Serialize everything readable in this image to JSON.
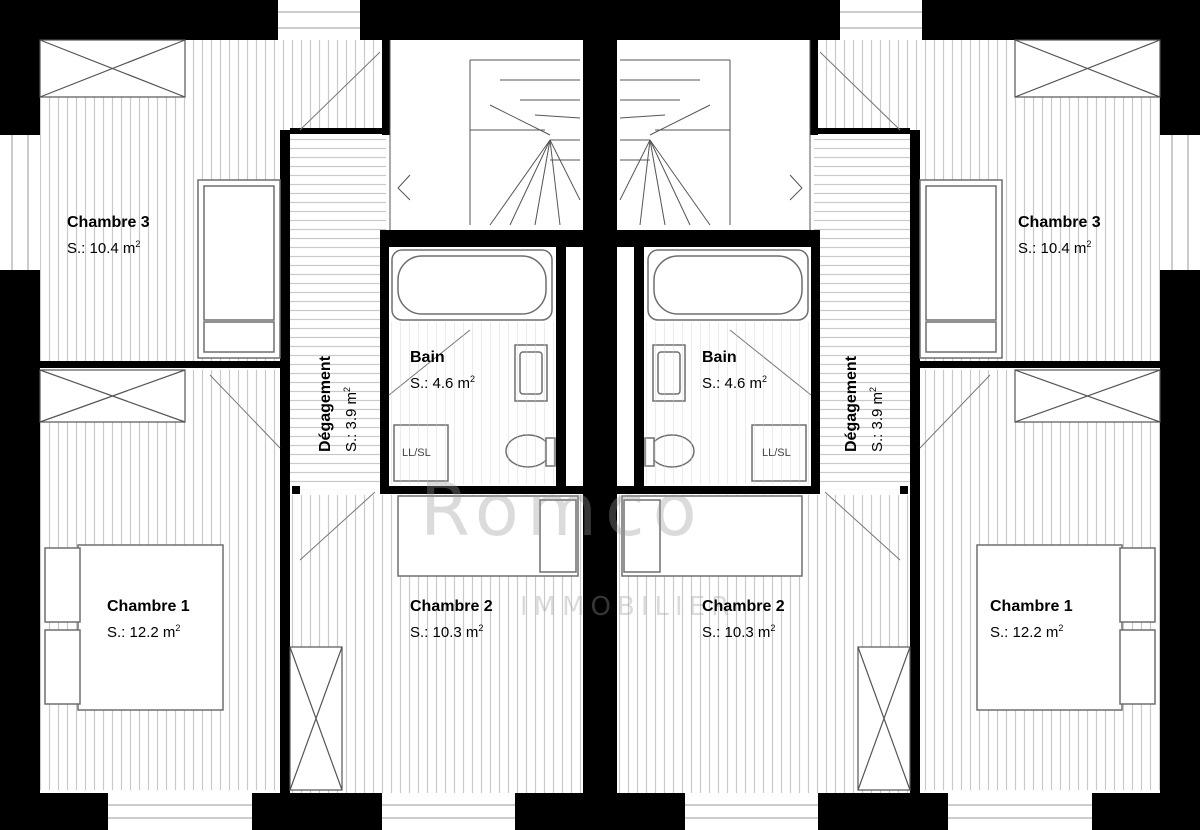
{
  "rooms": [
    {
      "id": "c3-left",
      "name": "Chambre 3",
      "area_prefix": "S.: 10.4 m",
      "area_unit_sup": "2"
    },
    {
      "id": "c1-left",
      "name": "Chambre 1",
      "area_prefix": "S.: 12.2 m",
      "area_unit_sup": "2"
    },
    {
      "id": "c2-left",
      "name": "Chambre 2",
      "area_prefix": "S.: 10.3 m",
      "area_unit_sup": "2"
    },
    {
      "id": "bain-left",
      "name": "Bain",
      "area_prefix": "S.: 4.6 m",
      "area_unit_sup": "2"
    },
    {
      "id": "deg-left",
      "name": "Dégagement",
      "area_prefix": "S.: 3.9 m",
      "area_unit_sup": "2"
    },
    {
      "id": "c3-right",
      "name": "Chambre 3",
      "area_prefix": "S.: 10.4 m",
      "area_unit_sup": "2"
    },
    {
      "id": "c1-right",
      "name": "Chambre 1",
      "area_prefix": "S.: 12.2 m",
      "area_unit_sup": "2"
    },
    {
      "id": "c2-right",
      "name": "Chambre 2",
      "area_prefix": "S.: 10.3 m",
      "area_unit_sup": "2"
    },
    {
      "id": "bain-right",
      "name": "Bain",
      "area_prefix": "S.: 4.6 m",
      "area_unit_sup": "2"
    },
    {
      "id": "deg-right",
      "name": "Dégagement",
      "area_prefix": "S.: 3.9 m",
      "area_unit_sup": "2"
    }
  ],
  "fixtures": {
    "laundry_left": "LL/SL",
    "laundry_right": "LL/SL"
  },
  "watermark": {
    "text_top": "Romco",
    "text_bottom": "IMMOBILIER"
  },
  "colors": {
    "wall": "#000000",
    "hatch": "#c8c8c8",
    "fixture": "#6e6e6e"
  }
}
